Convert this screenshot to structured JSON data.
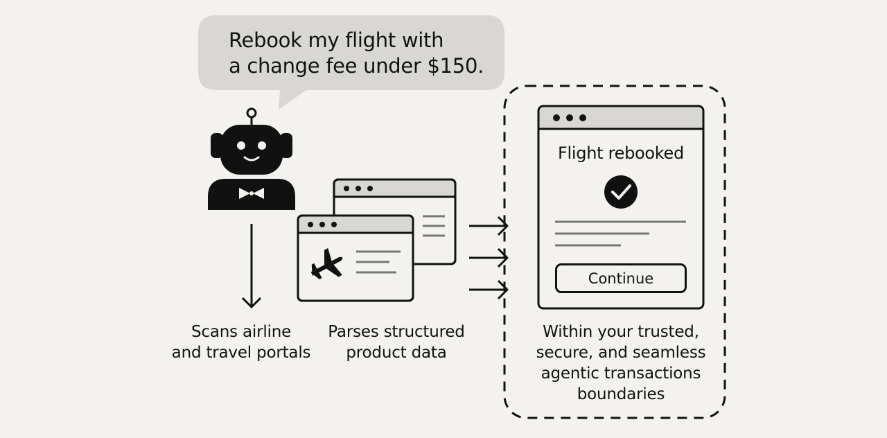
{
  "speech_bubble": {
    "line1": "Rebook my flight with",
    "line2": "a change fee under $150."
  },
  "robot": {
    "icon": "robot-assistant-icon"
  },
  "step_scan": {
    "line1": "Scans airline",
    "line2": "and travel portals"
  },
  "step_parse": {
    "line1": "Parses structured",
    "line2": "product data"
  },
  "result_window": {
    "title": "Flight rebooked",
    "button": "Continue",
    "status_icon": "checkmark-circle-icon"
  },
  "boundary": {
    "line1": "Within your trusted,",
    "line2": "secure, and seamless",
    "line3": "agentic transactions",
    "line4": "boundaries"
  }
}
